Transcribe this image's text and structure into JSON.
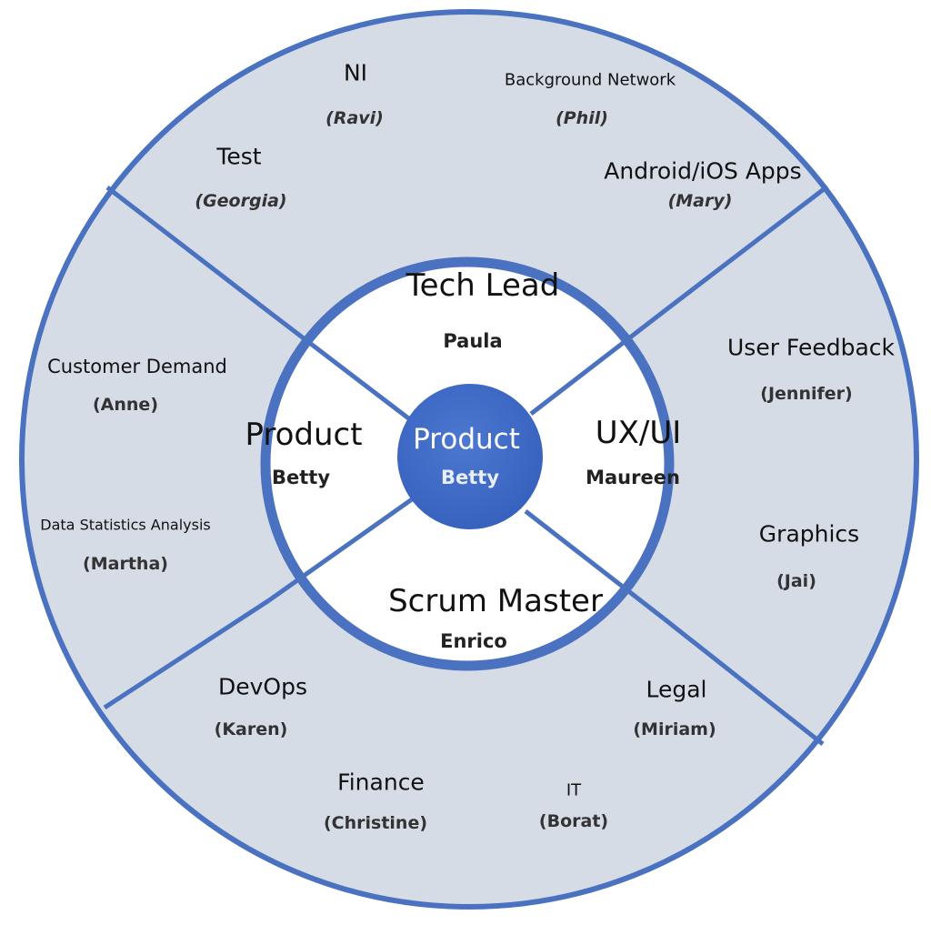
{
  "colors": {
    "ring_stroke": "#4a72c0",
    "outer_fill": "#d6dce6",
    "inner_fill": "#ffffff",
    "center_fill": "#3f69c4",
    "background": "#ffffff"
  },
  "center": {
    "role": "Product",
    "person": "Betty"
  },
  "inner_ring": [
    {
      "role": "Tech Lead",
      "person": "Paula"
    },
    {
      "role": "UX/UI",
      "person": "Maureen"
    },
    {
      "role": "Scrum Master",
      "person": "Enrico"
    },
    {
      "role": "Product",
      "person": "Betty"
    }
  ],
  "outer_ring": {
    "top": [
      {
        "team": "NI",
        "person": "(Ravi)"
      },
      {
        "team": "Background Network",
        "person": "(Phil)"
      },
      {
        "team": "Test",
        "person": "(Georgia)"
      },
      {
        "team": "Android/iOS Apps",
        "person": "(Mary)"
      }
    ],
    "right": [
      {
        "team": "User Feedback",
        "person": "(Jennifer)"
      },
      {
        "team": "Graphics",
        "person": "(Jai)"
      }
    ],
    "bottom": [
      {
        "team": "DevOps",
        "person": "(Karen)"
      },
      {
        "team": "Legal",
        "person": "(Miriam)"
      },
      {
        "team": "Finance",
        "person": "(Christine)"
      },
      {
        "team": "IT",
        "person": "(Borat)"
      }
    ],
    "left": [
      {
        "team": "Customer Demand",
        "person": "(Anne)"
      },
      {
        "team": "Data Statistics Analysis",
        "person": "(Martha)"
      }
    ]
  }
}
